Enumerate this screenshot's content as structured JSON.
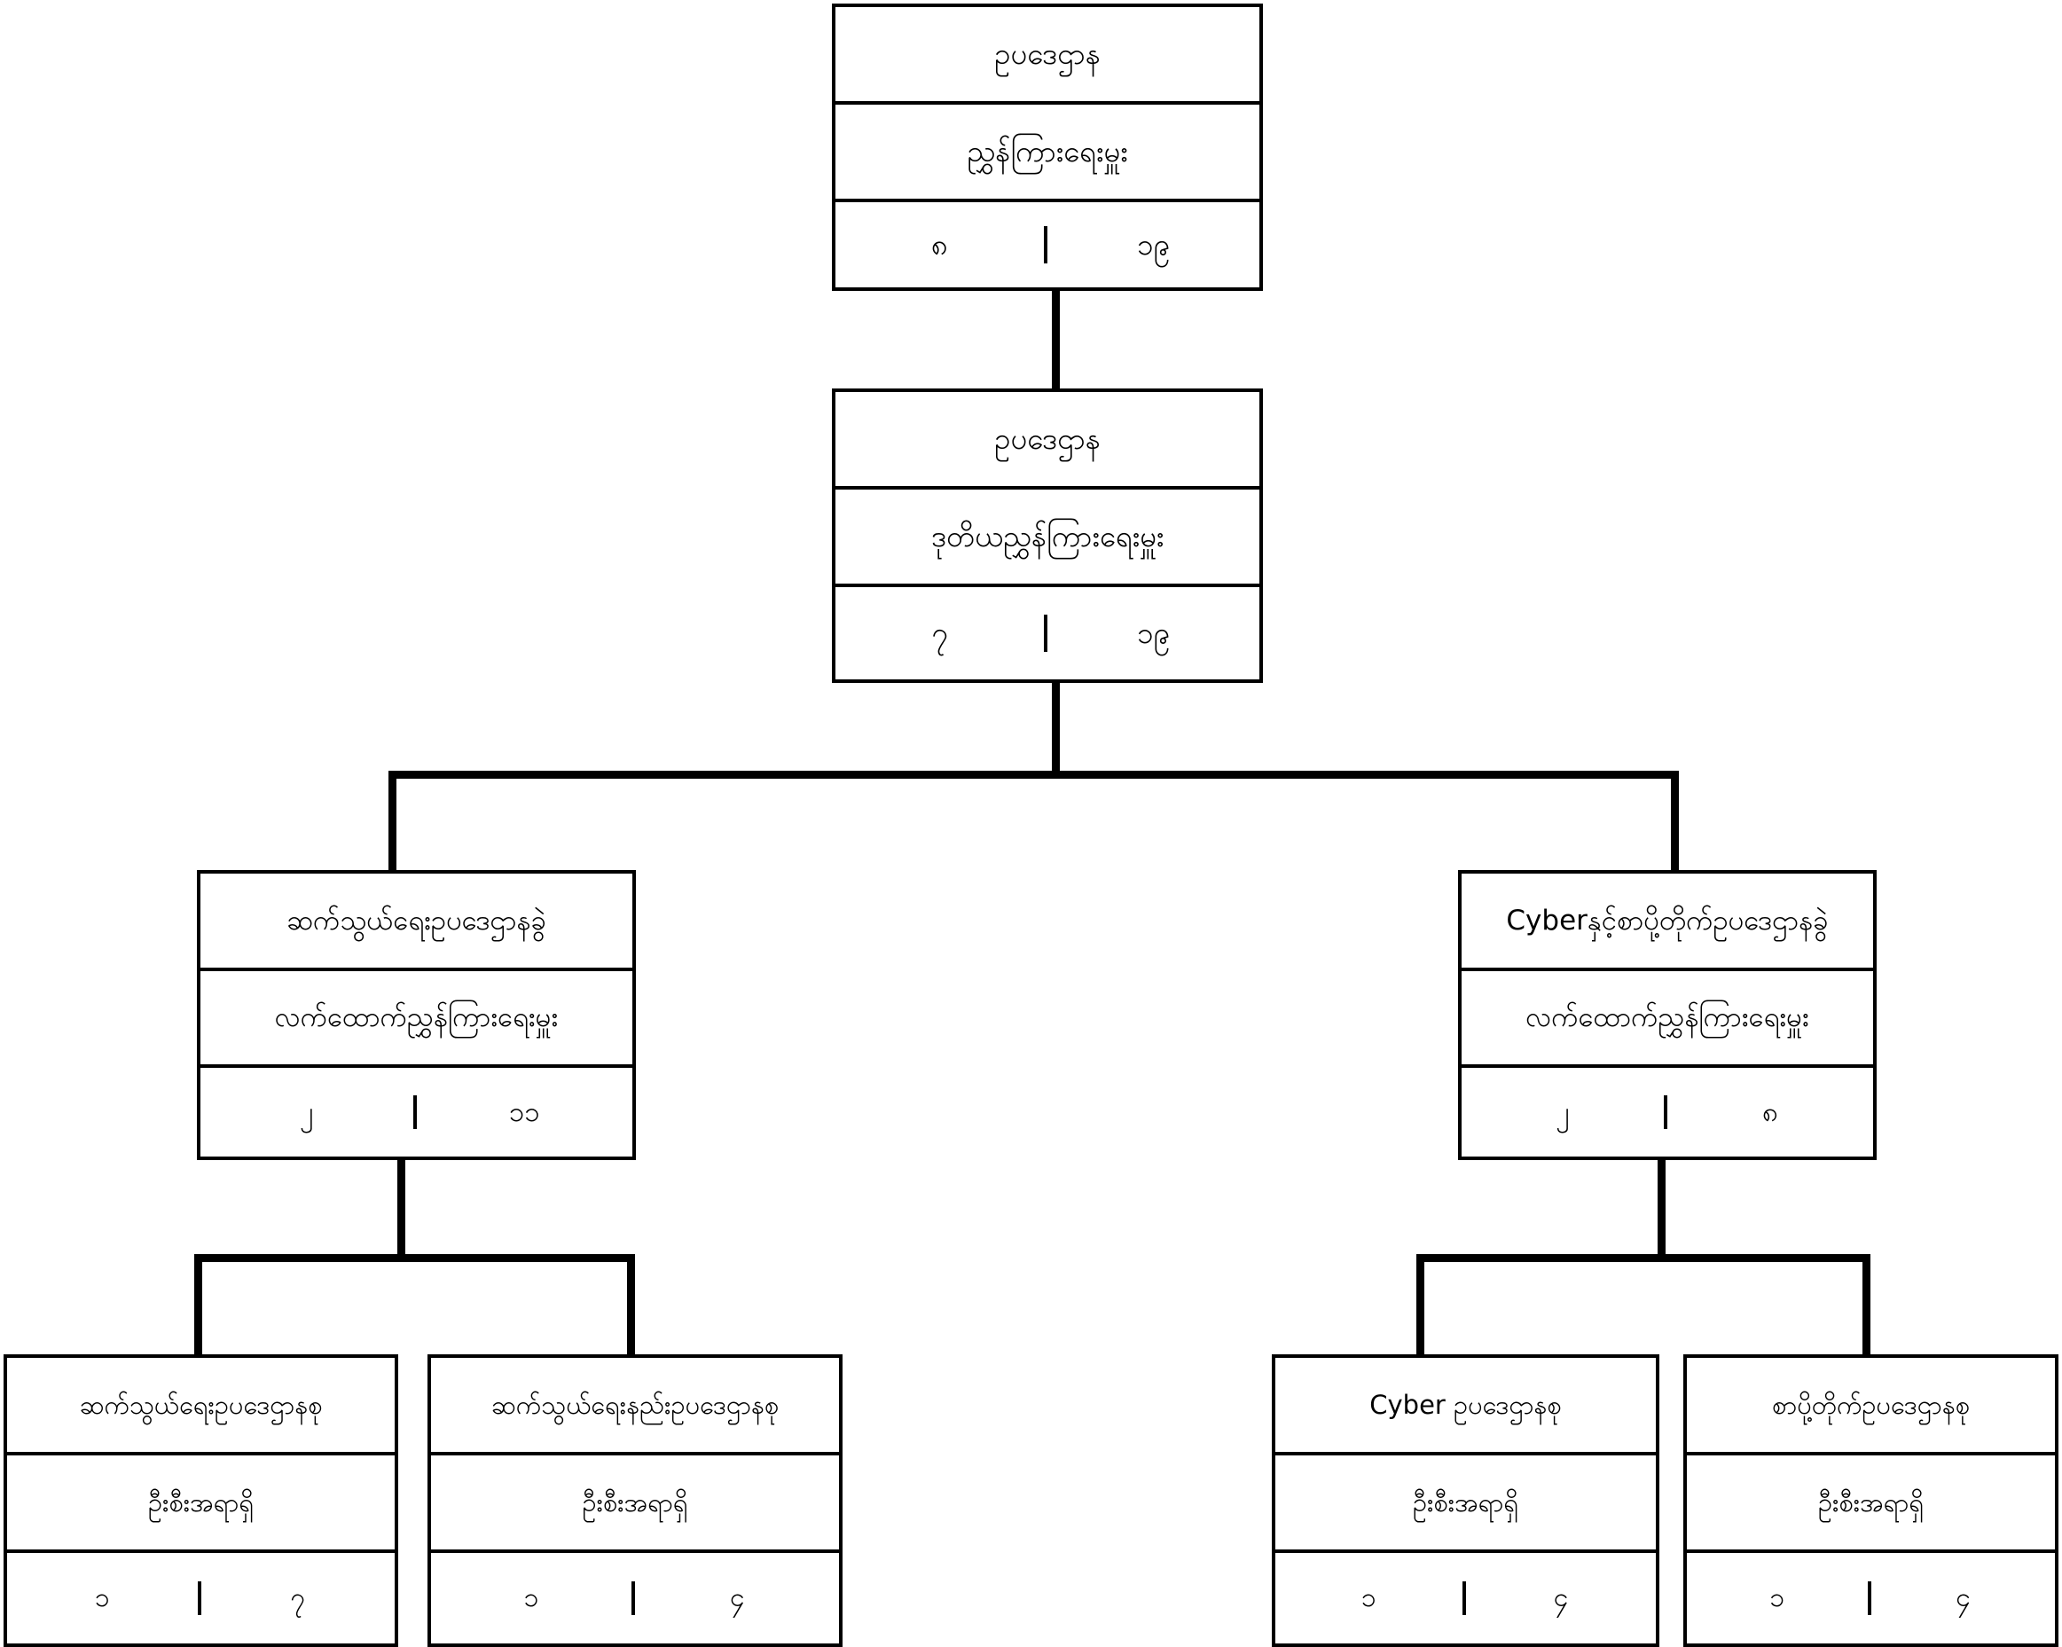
{
  "diagram": {
    "type": "organization-chart",
    "title": "Legal Department Organization Structure",
    "line_color": "#000000",
    "box_border_color": "#000000",
    "background_color": "#ffffff"
  },
  "nodes": {
    "director": {
      "title": "ဥပဒေဌာန",
      "role": "ညွှန်ကြားရေးမှူး",
      "count_left": "၈",
      "count_right": "၁၉"
    },
    "deputy_director": {
      "title": "ဥပဒေဌာန",
      "role": "ဒုတိယညွှန်ကြားရေးမှူး",
      "count_left": "၇",
      "count_right": "၁၉"
    },
    "comms_branch": {
      "title": "ဆက်သွယ်ရေးဥပဒေဌာနခွဲ",
      "role": "လက်ထောက်ညွှန်ကြားရေးမှူး",
      "count_left": "၂",
      "count_right": "၁၁"
    },
    "cyber_post_branch": {
      "title": "Cyberနှင့်စာပို့တိုက်ဥပဒေဌာနခွဲ",
      "role": "လက်ထောက်ညွှန်ကြားရေးမှူး",
      "count_left": "၂",
      "count_right": "၈"
    },
    "comms_unit": {
      "title": "ဆက်သွယ်ရေးဥပဒေဌာနစု",
      "role": "ဦးစီးအရာရှိ",
      "count_left": "၁",
      "count_right": "၇"
    },
    "comms_rules_unit": {
      "title": "ဆက်သွယ်ရေးနည်းဥပဒေဌာနစု",
      "role": "ဦးစီးအရာရှိ",
      "count_left": "၁",
      "count_right": "၄"
    },
    "cyber_unit": {
      "title": "Cyber ဥပဒေဌာနစု",
      "role": "ဦးစီးအရာရှိ",
      "count_left": "၁",
      "count_right": "၄"
    },
    "post_unit": {
      "title": "စာပို့တိုက်ဥပဒေဌာနစု",
      "role": "ဦးစီးအရာရှိ",
      "count_left": "၁",
      "count_right": "၄"
    }
  }
}
